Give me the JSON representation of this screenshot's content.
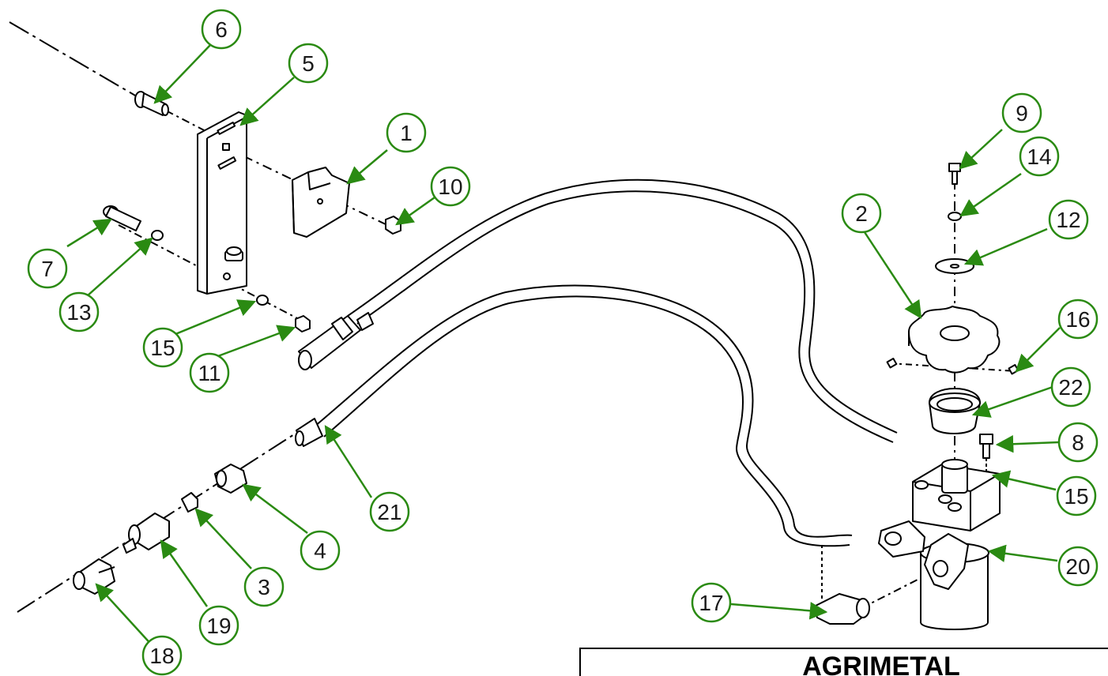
{
  "title_block": {
    "company": "AGRIMETAL"
  },
  "colors": {
    "callout": "#2a8a12",
    "line": "#000000",
    "background": "#ffffff"
  },
  "callouts": [
    {
      "label": "1"
    },
    {
      "label": "2"
    },
    {
      "label": "3"
    },
    {
      "label": "4"
    },
    {
      "label": "5"
    },
    {
      "label": "6"
    },
    {
      "label": "7"
    },
    {
      "label": "8"
    },
    {
      "label": "9"
    },
    {
      "label": "10"
    },
    {
      "label": "11"
    },
    {
      "label": "12"
    },
    {
      "label": "13"
    },
    {
      "label": "14"
    },
    {
      "label": "15"
    },
    {
      "label": "15"
    },
    {
      "label": "16"
    },
    {
      "label": "17"
    },
    {
      "label": "18"
    },
    {
      "label": "19"
    },
    {
      "label": "20"
    },
    {
      "label": "21"
    },
    {
      "label": "22"
    }
  ]
}
